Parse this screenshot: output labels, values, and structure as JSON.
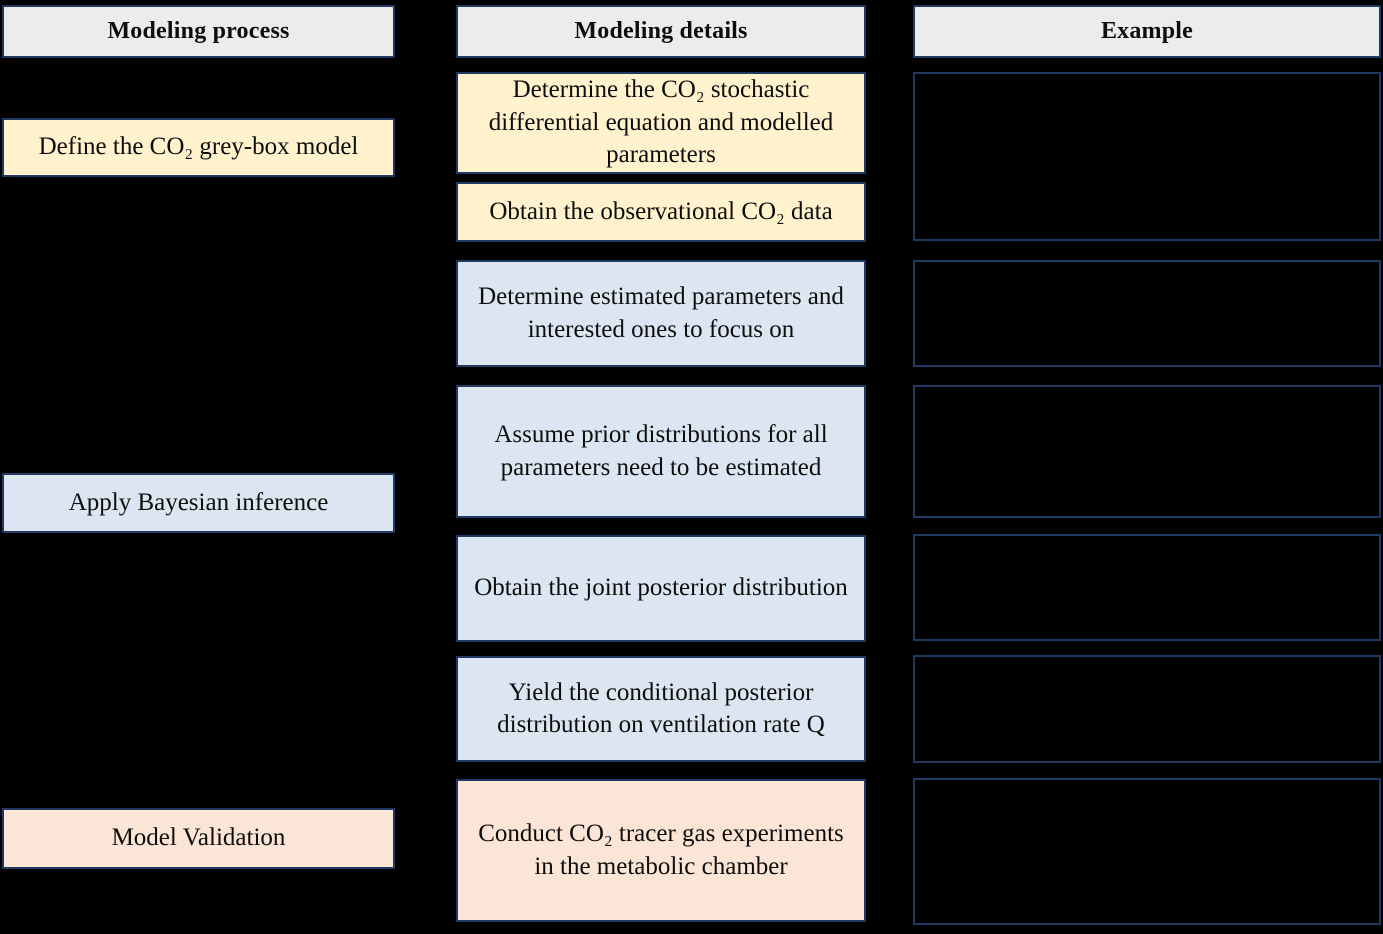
{
  "palette": {
    "background": "#000000",
    "header_fill": "#ECECEC",
    "define_stage_fill": "#FFF2CC",
    "bayesian_stage_fill": "#DCE6F2",
    "validation_stage_fill": "#FBE5D6",
    "box_border": "#1F3864",
    "text_color": "#0d0d0d"
  },
  "columns": {
    "process": {
      "header": "Modeling process",
      "items": [
        {
          "label": "Define the CO₂ grey-box model",
          "stage": "define"
        },
        {
          "label": "Apply Bayesian inference",
          "stage": "bayesian"
        },
        {
          "label": "Model Validation",
          "stage": "validation"
        }
      ]
    },
    "details": {
      "header": "Modeling details",
      "items": [
        {
          "label": "Determine the CO₂ stochastic differential equation and modelled parameters",
          "stage": "define"
        },
        {
          "label": "Obtain the observational CO₂ data",
          "stage": "define"
        },
        {
          "label": "Determine estimated parameters and interested ones to focus on",
          "stage": "bayesian"
        },
        {
          "label": "Assume prior distributions for all parameters need to be estimated",
          "stage": "bayesian"
        },
        {
          "label": "Obtain the joint posterior distribution",
          "stage": "bayesian"
        },
        {
          "label": "Yield the conditional posterior distribution on ventilation rate Q",
          "stage": "bayesian"
        },
        {
          "label": "Conduct CO₂ tracer gas experiments in the metabolic chamber",
          "stage": "validation"
        }
      ]
    },
    "example": {
      "header": "Example",
      "empty_box_count": 6
    }
  }
}
